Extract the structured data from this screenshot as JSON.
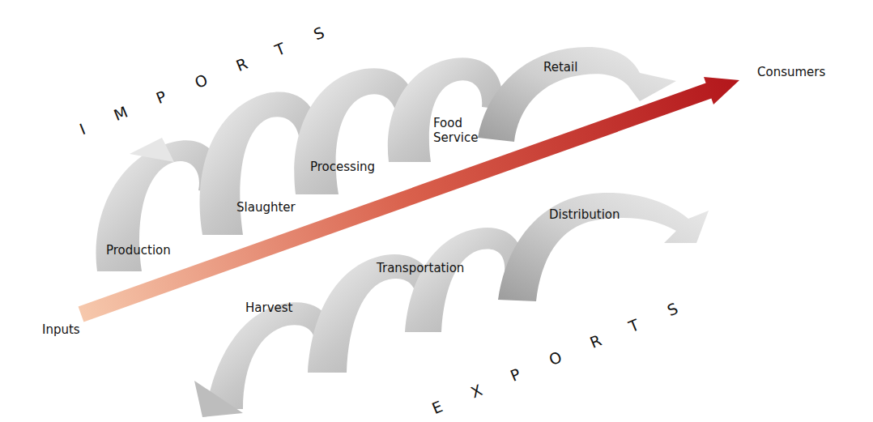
{
  "diagram": {
    "labels": [
      "IMPORTS",
      "Retail",
      "Food Service",
      "Processing",
      "Slaughter",
      "Production",
      "Inputs",
      "Consumers",
      "Distribution",
      "Transportation",
      "Harvest",
      "EXPORTS"
    ]
  }
}
